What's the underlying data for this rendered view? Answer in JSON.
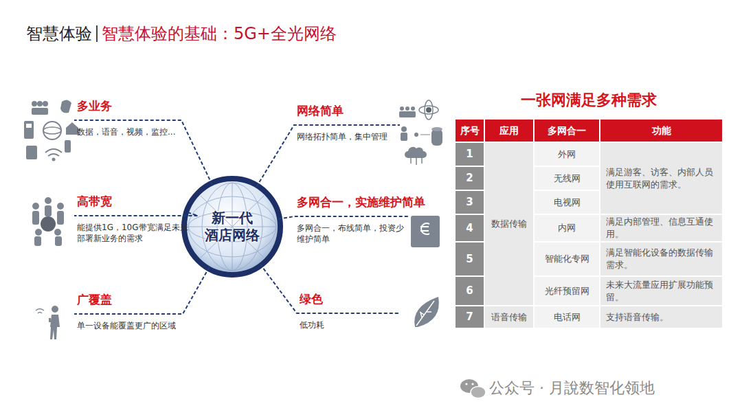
{
  "diagram": {
    "title": "智慧体验的基础：5G+全光网络",
    "nodes": [
      {
        "text": [
          "多业务",
          "数据，语音，视频，监控..."
        ]
      },
      {
        "text": [
          "网络简单",
          "网络拓扑简单，集中管理"
        ]
      },
      {
        "text": [
          "高带宽",
          "能提供1G，10G带宽满足未来部署新业务的需求"
        ]
      },
      {
        "text": [
          "多网合一，实施维护简单",
          "多网合一，布线简单，投资少 维护简单"
        ]
      },
      {
        "text": [
          "广覆盖",
          "单一设备能覆盖更广的区域"
        ]
      },
      {
        "text": [
          "绿色",
          "低功耗"
        ]
      },
      {
        "text": [
          "新一代 酒店网络"
        ]
      }
    ],
    "edges": [
      {
        "from": 6,
        "to": 0,
        "arrow": "none"
      },
      {
        "from": 6,
        "to": 1,
        "arrow": "none"
      },
      {
        "from": 6,
        "to": 2,
        "arrow": "none"
      },
      {
        "from": 6,
        "to": 3,
        "arrow": "none"
      },
      {
        "from": 6,
        "to": 4,
        "arrow": "none"
      },
      {
        "from": 6,
        "to": 5,
        "arrow": "none"
      }
    ],
    "labels": [
      "智慧体验",
      "一张网满足多种需求",
      "序号",
      "应用",
      "多网合一",
      "功能",
      "1",
      "2",
      "3",
      "4",
      "5",
      "6",
      "7",
      "数据传输",
      "语音传输",
      "外网",
      "无线网",
      "电视网",
      "内网",
      "智能化专网",
      "光纤预留网",
      "电话网",
      "满足游客、访客、内部人员使用互联网的需求。",
      "满足内部管理、信息互通使用。",
      "满足智能化设备的数据传输需求。",
      "未来大流量应用扩展功能预留。",
      "支持语音传输。",
      "公众号 · 月說数智化领地"
    ]
  }
}
